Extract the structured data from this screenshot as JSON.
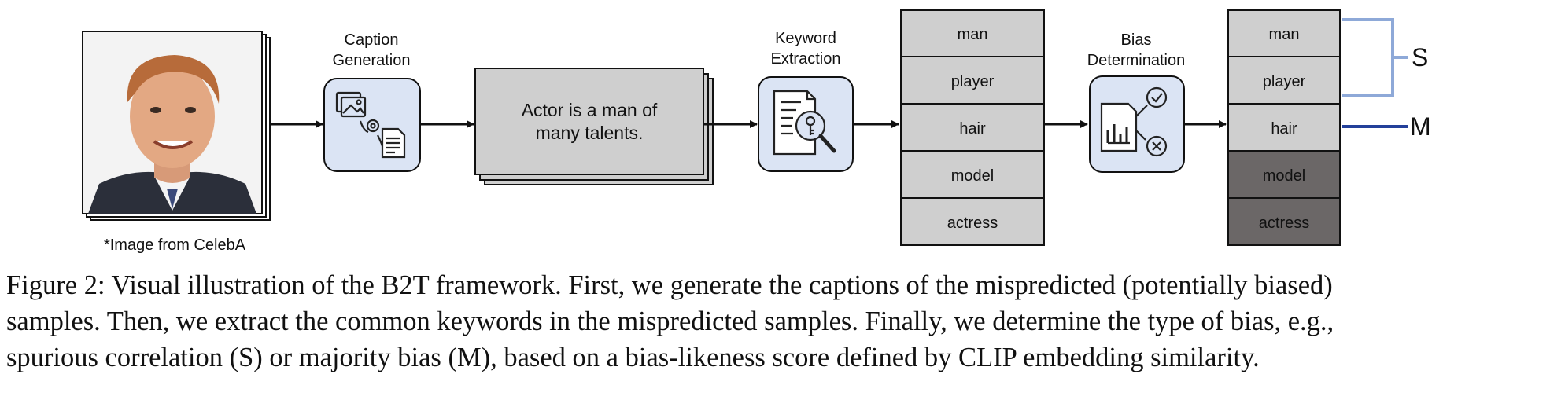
{
  "figure": {
    "image_note": "*Image from CelebA",
    "step1_label": [
      "Caption",
      "Generation"
    ],
    "caption_text": [
      "Actor is a man of",
      "many talents."
    ],
    "step2_label": [
      "Keyword",
      "Extraction"
    ],
    "keywords": [
      "man",
      "player",
      "hair",
      "model",
      "actress"
    ],
    "step3_label": [
      "Bias",
      "Determination"
    ],
    "result_keywords": [
      "man",
      "player",
      "hair",
      "model",
      "actress"
    ],
    "bias_s": "S",
    "bias_m": "M",
    "colors": {
      "step_box_fill": "#dbe4f4",
      "keyword_fill": "#cfcfcf",
      "keyword_dark_fill": "#6b6767",
      "s_bracket": "#8ea9d8",
      "m_line": "#23409a"
    },
    "icons": [
      "person-photo",
      "caption-generation-icon",
      "keyword-extraction-icon",
      "bias-determination-icon"
    ]
  },
  "caption": {
    "lines": [
      "Figure 2: Visual illustration of the B2T framework. First, we generate the captions of the mispredicted (potentially biased)",
      "samples. Then, we extract the common keywords in the mispredicted samples. Finally, we determine the type of bias, e.g.,",
      "spurious correlation (S) or majority bias (M), based on a bias-likeness score defined by CLIP embedding similarity."
    ]
  }
}
